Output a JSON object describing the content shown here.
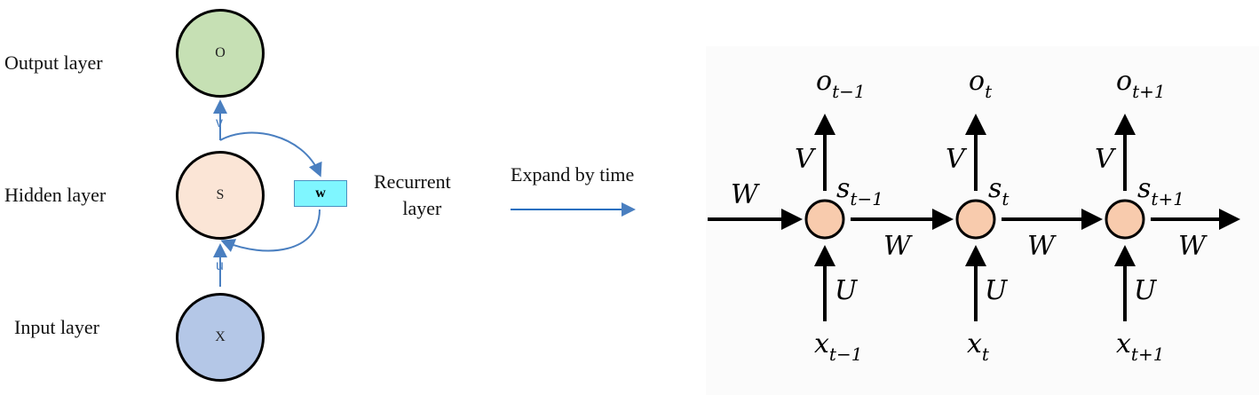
{
  "left": {
    "layers": {
      "output": "Output layer",
      "hidden": "Hidden layer",
      "input": "Input layer"
    },
    "nodes": {
      "o": "O",
      "s": "S",
      "x": "X"
    },
    "arrows": {
      "v": "v",
      "u": "u"
    },
    "w_box": "w",
    "recurrent_label": [
      "Recurrent",
      "layer"
    ]
  },
  "middle": {
    "expand_label": "Expand by time"
  },
  "right": {
    "outputs": [
      {
        "base": "o",
        "sub": "t−1"
      },
      {
        "base": "o",
        "sub": "t"
      },
      {
        "base": "o",
        "sub": "t+1"
      }
    ],
    "states": [
      {
        "base": "s",
        "sub": "t−1"
      },
      {
        "base": "s",
        "sub": "t"
      },
      {
        "base": "s",
        "sub": "t+1"
      }
    ],
    "inputs": [
      {
        "base": "x",
        "sub": "t−1"
      },
      {
        "base": "x",
        "sub": "t"
      },
      {
        "base": "x",
        "sub": "t+1"
      }
    ],
    "v_label": "V",
    "u_label": "U",
    "w_label": "W"
  },
  "colors": {
    "output_node": "#c6e0b4",
    "hidden_node": "#fbe5d6",
    "input_node": "#b4c7e7",
    "arrow_blue": "#4a7fc0",
    "unrolled_node": "#f8cbad",
    "w_box": "#7ff6ff"
  }
}
